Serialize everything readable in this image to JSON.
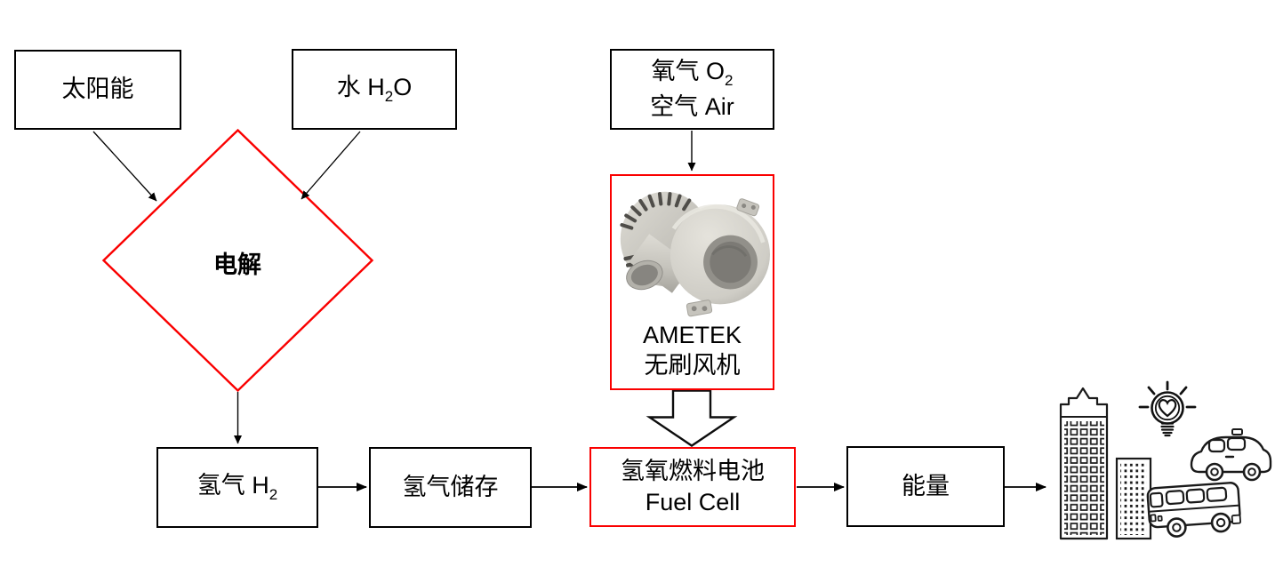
{
  "diagram": {
    "nodes": {
      "solar": {
        "label": "太阳能"
      },
      "water": {
        "pre": "水 H",
        "sub": "2",
        "post": "O"
      },
      "oxygen": {
        "line1_pre": "氧气 O",
        "line1_sub": "2",
        "line2": "空气 Air"
      },
      "electrolysis": {
        "label": "电解"
      },
      "blower": {
        "line1": "AMETEK",
        "line2": "无刷风机"
      },
      "hydrogen": {
        "pre": "氢气 H",
        "sub": "2"
      },
      "storage": {
        "label": "氢气储存"
      },
      "fuel_cell": {
        "line1": "氢氧燃料电池",
        "line2": "Fuel Cell"
      },
      "energy": {
        "label": "能量"
      }
    },
    "icons": {
      "blower_photo": "ametek-brushless-blower-photo",
      "block_arrow": "block-arrow-down",
      "city": [
        "building-tall",
        "building-dotted",
        "lightbulb-heart",
        "car",
        "bus"
      ]
    },
    "colors": {
      "highlight_red": "#fa0000",
      "line_black": "#000000",
      "blower_body": "#c9c7c0"
    }
  }
}
